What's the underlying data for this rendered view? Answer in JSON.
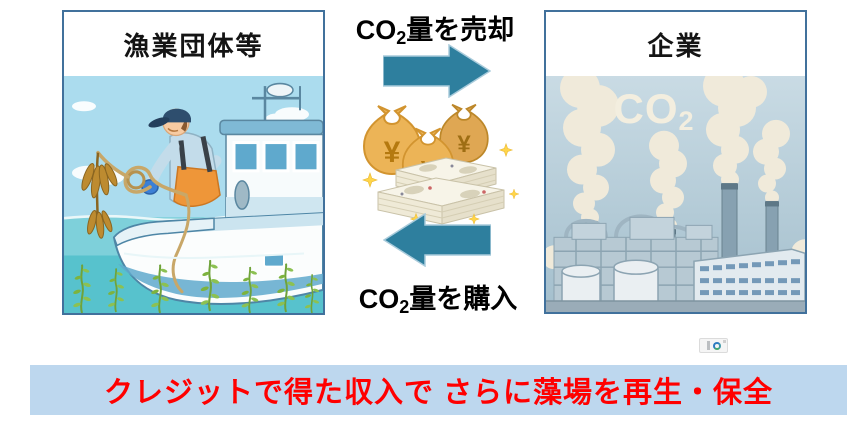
{
  "scene": {
    "left_panel": {
      "title": "漁業団体等",
      "illustration": "fisherman-pulling-seaweed-rope-on-fishing-boat"
    },
    "right_panel": {
      "title": "企業",
      "illustration": "factory-with-smokestacks-emitting-smoke",
      "co2_overlay": {
        "text": "CO",
        "sub": "2"
      }
    },
    "exchange": {
      "sell_label": {
        "text": "CO",
        "sub": "2",
        "rest": "量を売却"
      },
      "buy_label": {
        "text": "CO",
        "sub": "2",
        "rest": "量を購入"
      },
      "currency_symbol": "¥",
      "money_illustration": "yen-money-bags-and-banknote-stacks",
      "arrow_color": "#2E7F9E"
    },
    "banner": {
      "text": "クレジットで得た収入で さらに藻場を再生・保全",
      "bg_color": "#BDD7EE",
      "text_color": "#FF0000"
    },
    "panel_border_color": "#41719C",
    "placeholder_icon": "image-loading-placeholder"
  }
}
